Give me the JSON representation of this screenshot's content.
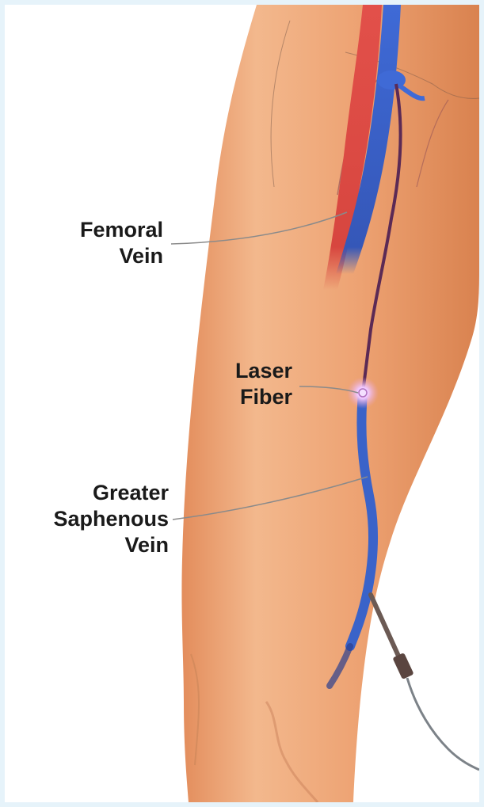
{
  "labels": {
    "femoral_vein": [
      "Femoral",
      "Vein"
    ],
    "laser_fiber": [
      "Laser",
      "Fiber"
    ],
    "greater_saphenous_vein": [
      "Greater",
      "Saphenous",
      "Vein"
    ]
  },
  "colors": {
    "background_border": "#e6f3fa",
    "skin_light": "#f3b98c",
    "skin_mid": "#e89a6a",
    "skin_shadow": "#c9784d",
    "artery": "#d8453f",
    "vein": "#3a63c9",
    "vein_dark": "#2b3f8f",
    "leader_line": "#8a8a8a",
    "laser_glow": "#e6b5f0"
  }
}
